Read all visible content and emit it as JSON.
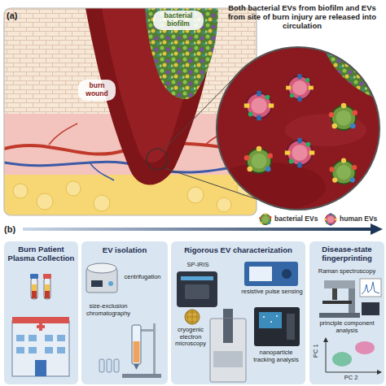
{
  "diagram": {
    "nodes": [
      {
        "text": [
          "bacterial biofilm"
        ]
      },
      {
        "text": [
          "burn wound"
        ]
      },
      {
        "text": [
          "Burn Patient Plasma Collection"
        ]
      },
      {
        "text": [
          "EV isolation",
          "centrifugation",
          "size-exclusion chromatography"
        ]
      },
      {
        "text": [
          "Rigorous EV characterization",
          "SP-IRIS",
          "resistive pulse sensing",
          "cryogenic electron microscopy",
          "nanoparticle tracking analysis"
        ]
      },
      {
        "text": [
          "Disease-state fingerprinting",
          "Raman spectroscopy",
          "principle component analysis",
          "PC 1",
          "PC 2"
        ]
      }
    ],
    "labels": [
      "(a)",
      "Both bacterial EVs from biofilm and EVs from site of burn injury are released into circulation",
      "(b)"
    ],
    "legend": [
      {
        "text": "bacterial EVs"
      },
      {
        "text": "human EVs"
      }
    ]
  }
}
